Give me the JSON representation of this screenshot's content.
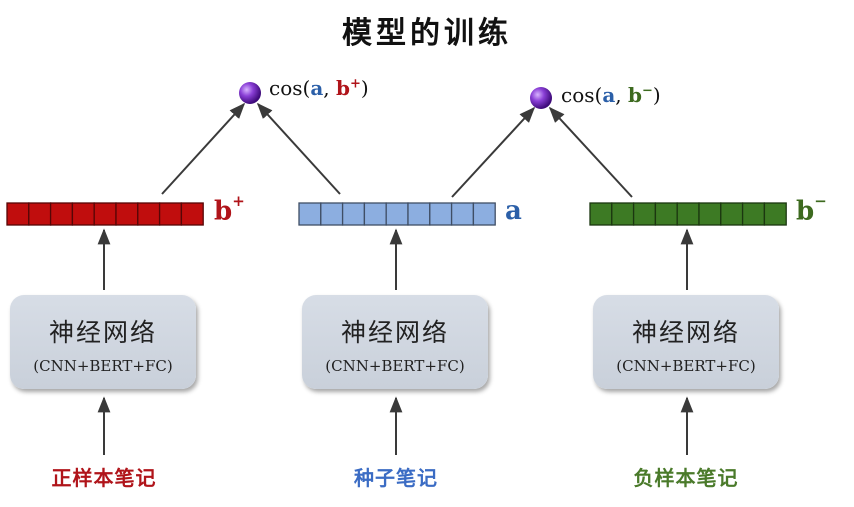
{
  "title": "模型的训练",
  "network": {
    "name": "神经网络",
    "subtitle": "(CNN+BERT+FC)"
  },
  "vectors": [
    {
      "id": "positive",
      "label": "b",
      "sup": "+",
      "color": "#c00d0d",
      "cells": 9
    },
    {
      "id": "seed",
      "label": "a",
      "sup": "",
      "color": "#8caee0",
      "cells": 9
    },
    {
      "id": "negative",
      "label": "b",
      "sup": "−",
      "color": "#3d7a24",
      "cells": 9
    }
  ],
  "similarity": [
    {
      "prefix": "cos(",
      "a": "a",
      "sep": ", ",
      "b": "b",
      "sup": "+",
      "suffix": ")"
    },
    {
      "prefix": "cos(",
      "a": "a",
      "sep": ", ",
      "b": "b",
      "sup": "−",
      "suffix": ")"
    }
  ],
  "inputs": [
    {
      "label": "正样本笔记",
      "color": "#b0141a"
    },
    {
      "label": "种子笔记",
      "color": "#3b6cc4"
    },
    {
      "label": "负样本笔记",
      "color": "#4a7a2a"
    }
  ]
}
